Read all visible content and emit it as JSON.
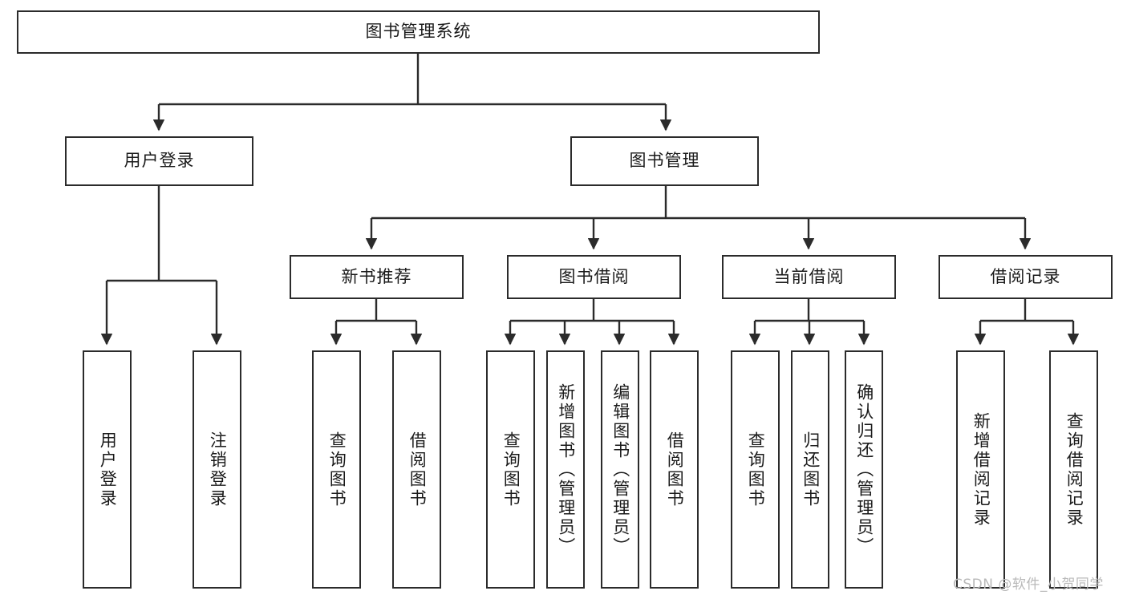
{
  "diagram": {
    "type": "tree-hierarchy",
    "title": "图书管理系统",
    "root": {
      "id": "root",
      "label": "图书管理系统",
      "orientation": "horizontal"
    },
    "level2": [
      {
        "id": "user-login",
        "label": "用户登录",
        "orientation": "horizontal"
      },
      {
        "id": "book-manage",
        "label": "图书管理",
        "orientation": "horizontal"
      }
    ],
    "level3": [
      {
        "id": "new-book-recommend",
        "label": "新书推荐",
        "orientation": "horizontal",
        "parent": "book-manage"
      },
      {
        "id": "book-borrow",
        "label": "图书借阅",
        "orientation": "horizontal",
        "parent": "book-manage"
      },
      {
        "id": "current-borrow",
        "label": "当前借阅",
        "orientation": "horizontal",
        "parent": "book-manage"
      },
      {
        "id": "borrow-record",
        "label": "借阅记录",
        "orientation": "horizontal",
        "parent": "book-manage"
      }
    ],
    "leaves": [
      {
        "id": "leaf-user-login",
        "label": "用户登录",
        "orientation": "vertical",
        "parent": "user-login"
      },
      {
        "id": "leaf-user-logout",
        "label": "注销登录",
        "orientation": "vertical",
        "parent": "user-login"
      },
      {
        "id": "leaf-query-book-1",
        "label": "查询图书",
        "orientation": "vertical",
        "parent": "new-book-recommend"
      },
      {
        "id": "leaf-borrow-book-1",
        "label": "借阅图书",
        "orientation": "vertical",
        "parent": "new-book-recommend"
      },
      {
        "id": "leaf-query-book-2",
        "label": "查询图书",
        "orientation": "vertical",
        "parent": "book-borrow"
      },
      {
        "id": "leaf-add-book",
        "label": "新增图书（管理员）",
        "orientation": "vertical",
        "parent": "book-borrow"
      },
      {
        "id": "leaf-edit-book",
        "label": "编辑图书（管理员）",
        "orientation": "vertical",
        "parent": "book-borrow"
      },
      {
        "id": "leaf-borrow-book-2",
        "label": "借阅图书",
        "orientation": "vertical",
        "parent": "book-borrow"
      },
      {
        "id": "leaf-query-book-3",
        "label": "查询图书",
        "orientation": "vertical",
        "parent": "current-borrow"
      },
      {
        "id": "leaf-return-book",
        "label": "归还图书",
        "orientation": "vertical",
        "parent": "current-borrow"
      },
      {
        "id": "leaf-confirm-return",
        "label": "确认归还（管理员）",
        "orientation": "vertical",
        "parent": "current-borrow"
      },
      {
        "id": "leaf-add-record",
        "label": "新增借阅记录",
        "orientation": "vertical",
        "parent": "borrow-record"
      },
      {
        "id": "leaf-query-record",
        "label": "查询借阅记录",
        "orientation": "vertical",
        "parent": "borrow-record"
      }
    ],
    "colors": {
      "stroke": "#2b2b2b",
      "fill": "#ffffff",
      "text": "#1a1a1a",
      "watermark": "#b9b9b9"
    }
  },
  "watermark": {
    "text": "CSDN @软件_小贺同学"
  }
}
